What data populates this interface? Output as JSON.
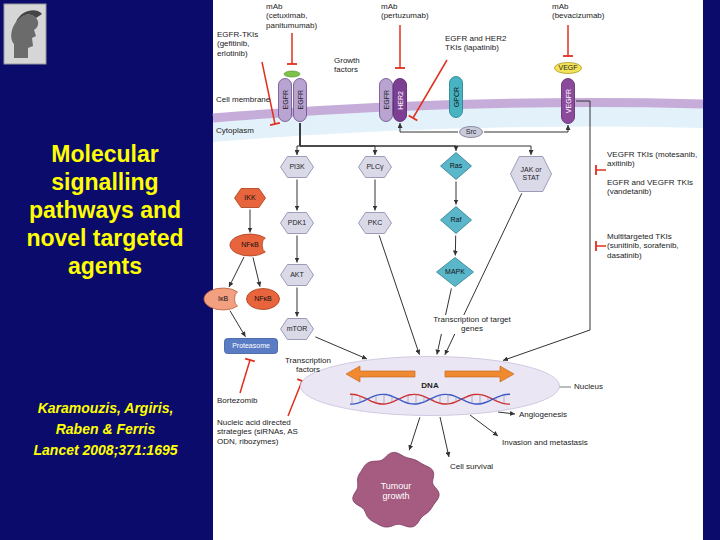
{
  "diagram": {
    "title": "Molecular signalling pathways and novel targeted agents",
    "caption": "Karamouzis, Argiris, Raben & Ferris",
    "nodes": [
      {
        "text": [
          "EGFR"
        ]
      },
      {
        "text": [
          "EGFR"
        ]
      },
      {
        "text": [
          "EGFR"
        ]
      },
      {
        "text": [
          "HER2"
        ]
      },
      {
        "text": [
          "GPCR"
        ]
      },
      {
        "text": [
          "Src"
        ]
      },
      {
        "text": [
          "VEGF"
        ]
      },
      {
        "text": [
          "VEGFR"
        ]
      },
      {
        "text": [
          "IKK"
        ]
      },
      {
        "text": [
          "PI3K"
        ]
      },
      {
        "text": [
          "PLCγ"
        ]
      },
      {
        "text": [
          "Ras"
        ]
      },
      {
        "text": [
          "JAK or STAT"
        ]
      },
      {
        "text": [
          "NFκB"
        ]
      },
      {
        "text": [
          "PDK1"
        ]
      },
      {
        "text": [
          "PKC"
        ]
      },
      {
        "text": [
          "Raf"
        ]
      },
      {
        "text": [
          "IκB"
        ]
      },
      {
        "text": [
          "NFκB"
        ]
      },
      {
        "text": [
          "AKT"
        ]
      },
      {
        "text": [
          "MAPK"
        ]
      },
      {
        "text": [
          "mTOR"
        ]
      },
      {
        "text": [
          "Proteasome"
        ]
      },
      {
        "text": [
          "DNA"
        ]
      },
      {
        "text": [
          "Tumour growth"
        ]
      }
    ],
    "edges": [
      {
        "from": 1,
        "to": 9,
        "arrow": "to"
      },
      {
        "from": 1,
        "to": 10,
        "arrow": "to"
      },
      {
        "from": 1,
        "to": 11,
        "arrow": "to"
      },
      {
        "from": 1,
        "to": 12,
        "arrow": "to"
      },
      {
        "from": 5,
        "to": 3,
        "arrow": "to"
      },
      {
        "from": 5,
        "to": 7,
        "arrow": "to"
      },
      {
        "from": 8,
        "to": 13,
        "arrow": "to"
      },
      {
        "from": 13,
        "to": 17,
        "arrow": "to"
      },
      {
        "from": 13,
        "to": 18,
        "arrow": "to"
      },
      {
        "from": 17,
        "to": 22,
        "arrow": "to"
      },
      {
        "from": 9,
        "to": 14,
        "arrow": "to"
      },
      {
        "from": 14,
        "to": 19,
        "arrow": "to"
      },
      {
        "from": 19,
        "to": 21,
        "arrow": "to"
      },
      {
        "from": 10,
        "to": 15,
        "arrow": "to"
      },
      {
        "from": 11,
        "to": 16,
        "arrow": "to"
      },
      {
        "from": 16,
        "to": 20,
        "arrow": "to"
      },
      {
        "from": 21,
        "to": 23,
        "arrow": "to"
      },
      {
        "from": 15,
        "to": 23,
        "arrow": "to"
      },
      {
        "from": 20,
        "to": 23,
        "arrow": "to"
      },
      {
        "from": 12,
        "to": 23,
        "arrow": "to"
      },
      {
        "from": 7,
        "to": 23,
        "arrow": "to"
      },
      {
        "from": 23,
        "to": 24,
        "arrow": "to"
      }
    ],
    "labels": [
      "mAb (cetuximab, panitumumab)",
      "EGFR-TKIs (gefitinib, erlotinib)",
      "Growth factors",
      "mAb (pertuzumab)",
      "EGFR and HER2 TKIs (lapatinib)",
      "mAb (bevacizumab)",
      "Cell membrane",
      "Cytoplasm",
      "VEGFR TKIs (motesanib, axitinib)",
      "EGFR and VEGFR TKIs (vandetanib)",
      "Multitargeted TKIs (sunitinib, sorafenib, dasatinib)",
      "Transcription of target genes",
      "Transcription factors",
      "Nucleus",
      "Bortezomib",
      "Nucleic acid directed strategies (siRNAs, AS ODN, ribozymes)",
      "Angiogenesis",
      "Invasion and metastasis",
      "Cell survival",
      "Lancet 2008;371:1695"
    ]
  }
}
